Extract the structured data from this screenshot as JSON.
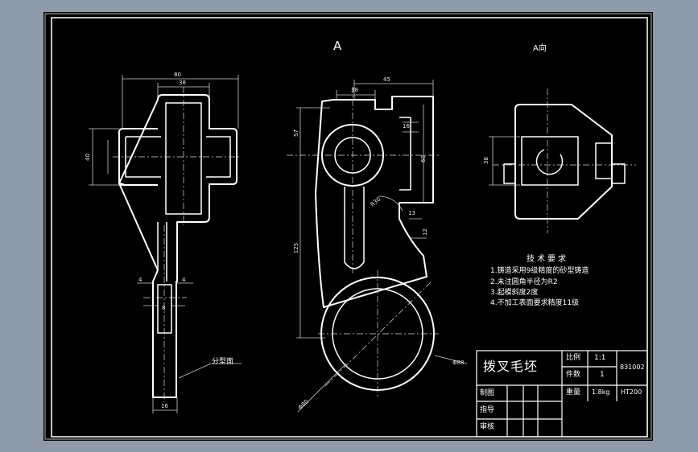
{
  "view_labels": {
    "section_a": "A",
    "view_a": "A向"
  },
  "parting_label": "分型面",
  "technical_requirements": {
    "title": "技术要求",
    "items": [
      "1.铸造采用9级精度的砂型铸造",
      "2.未注圆角半径为R2",
      "3.起模斜度2度",
      "4.不加工表面要求精度11级"
    ]
  },
  "title_block": {
    "part_name": "拨叉毛坯",
    "scale_label": "比例",
    "scale_value": "1:1",
    "drawing_no": "831002",
    "quantity_label": "件数",
    "quantity_value": "1",
    "weight_label": "重量",
    "weight_value": "1.8kg",
    "material": "HT200",
    "drawn_by": "制图",
    "instructor": "指导",
    "reviewer": "审核"
  },
  "dimensions": {
    "left_80": "80",
    "left_38": "38",
    "left_r40": "40",
    "left_4a": "4",
    "left_4b": "4",
    "left_8": "8",
    "left_16": "16",
    "mid_38": "38",
    "mid_45": "45",
    "mid_57": "57",
    "mid_16": "16",
    "mid_60": "60",
    "mid_r80": "R30",
    "mid_13": "13",
    "mid_12": "12",
    "mid_125": "125",
    "mid_d80": "Φ80",
    "mid_d88": "Φ88",
    "right_38": "38"
  },
  "colors": {
    "background": "#8e9aa8",
    "sheet": "#000000",
    "lines": "#ffffff"
  }
}
